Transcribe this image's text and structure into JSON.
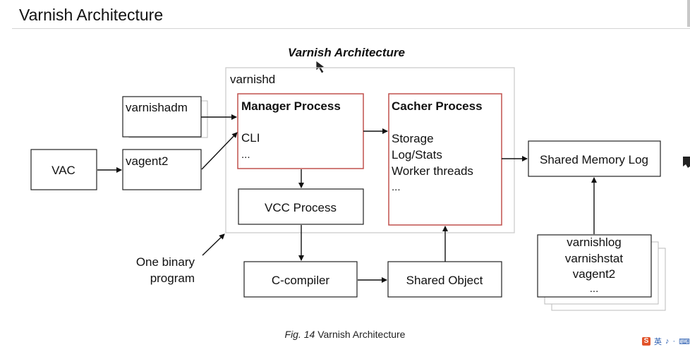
{
  "page": {
    "title": "Varnish Architecture"
  },
  "diagram": {
    "title": "Varnish Architecture",
    "container_label": "varnishd",
    "manager": {
      "title": "Manager Process",
      "lines": [
        "CLI",
        "..."
      ]
    },
    "cacher": {
      "title": "Cacher Process",
      "lines": [
        "Storage",
        "Log/Stats",
        "Worker threads",
        "..."
      ]
    },
    "vcc": "VCC Process",
    "ccompiler": "C-compiler",
    "shared_object": "Shared Object",
    "shared_memory_log": "Shared Memory Log",
    "varnishadm": "varnishadm",
    "vagent2": "vagent2",
    "vac": "VAC",
    "one_binary": [
      "One binary",
      "program"
    ],
    "tools": [
      "varnishlog",
      "varnishstat",
      "vagent2",
      "..."
    ]
  },
  "caption": {
    "fig_label": "Fig. 14",
    "text": " Varnish Architecture"
  },
  "ime": {
    "logo": "S",
    "lang": "英"
  }
}
